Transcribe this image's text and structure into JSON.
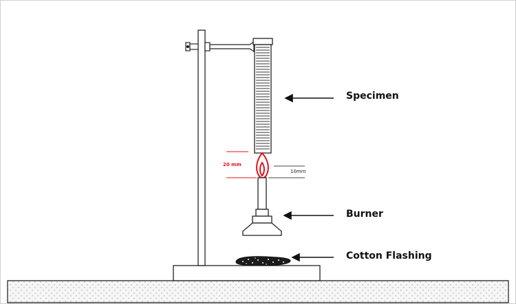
{
  "labels": {
    "specimen": "Specimen",
    "burner": "Burner",
    "cotton": "Cotton Flashing"
  },
  "dimensions": {
    "flame_height": "20 mm",
    "gap": "10mm"
  },
  "colors": {
    "stroke": "#222222",
    "flame": "#e0111b",
    "dim_red": "#e0111b",
    "ground_fill": "#f4f4f4"
  }
}
